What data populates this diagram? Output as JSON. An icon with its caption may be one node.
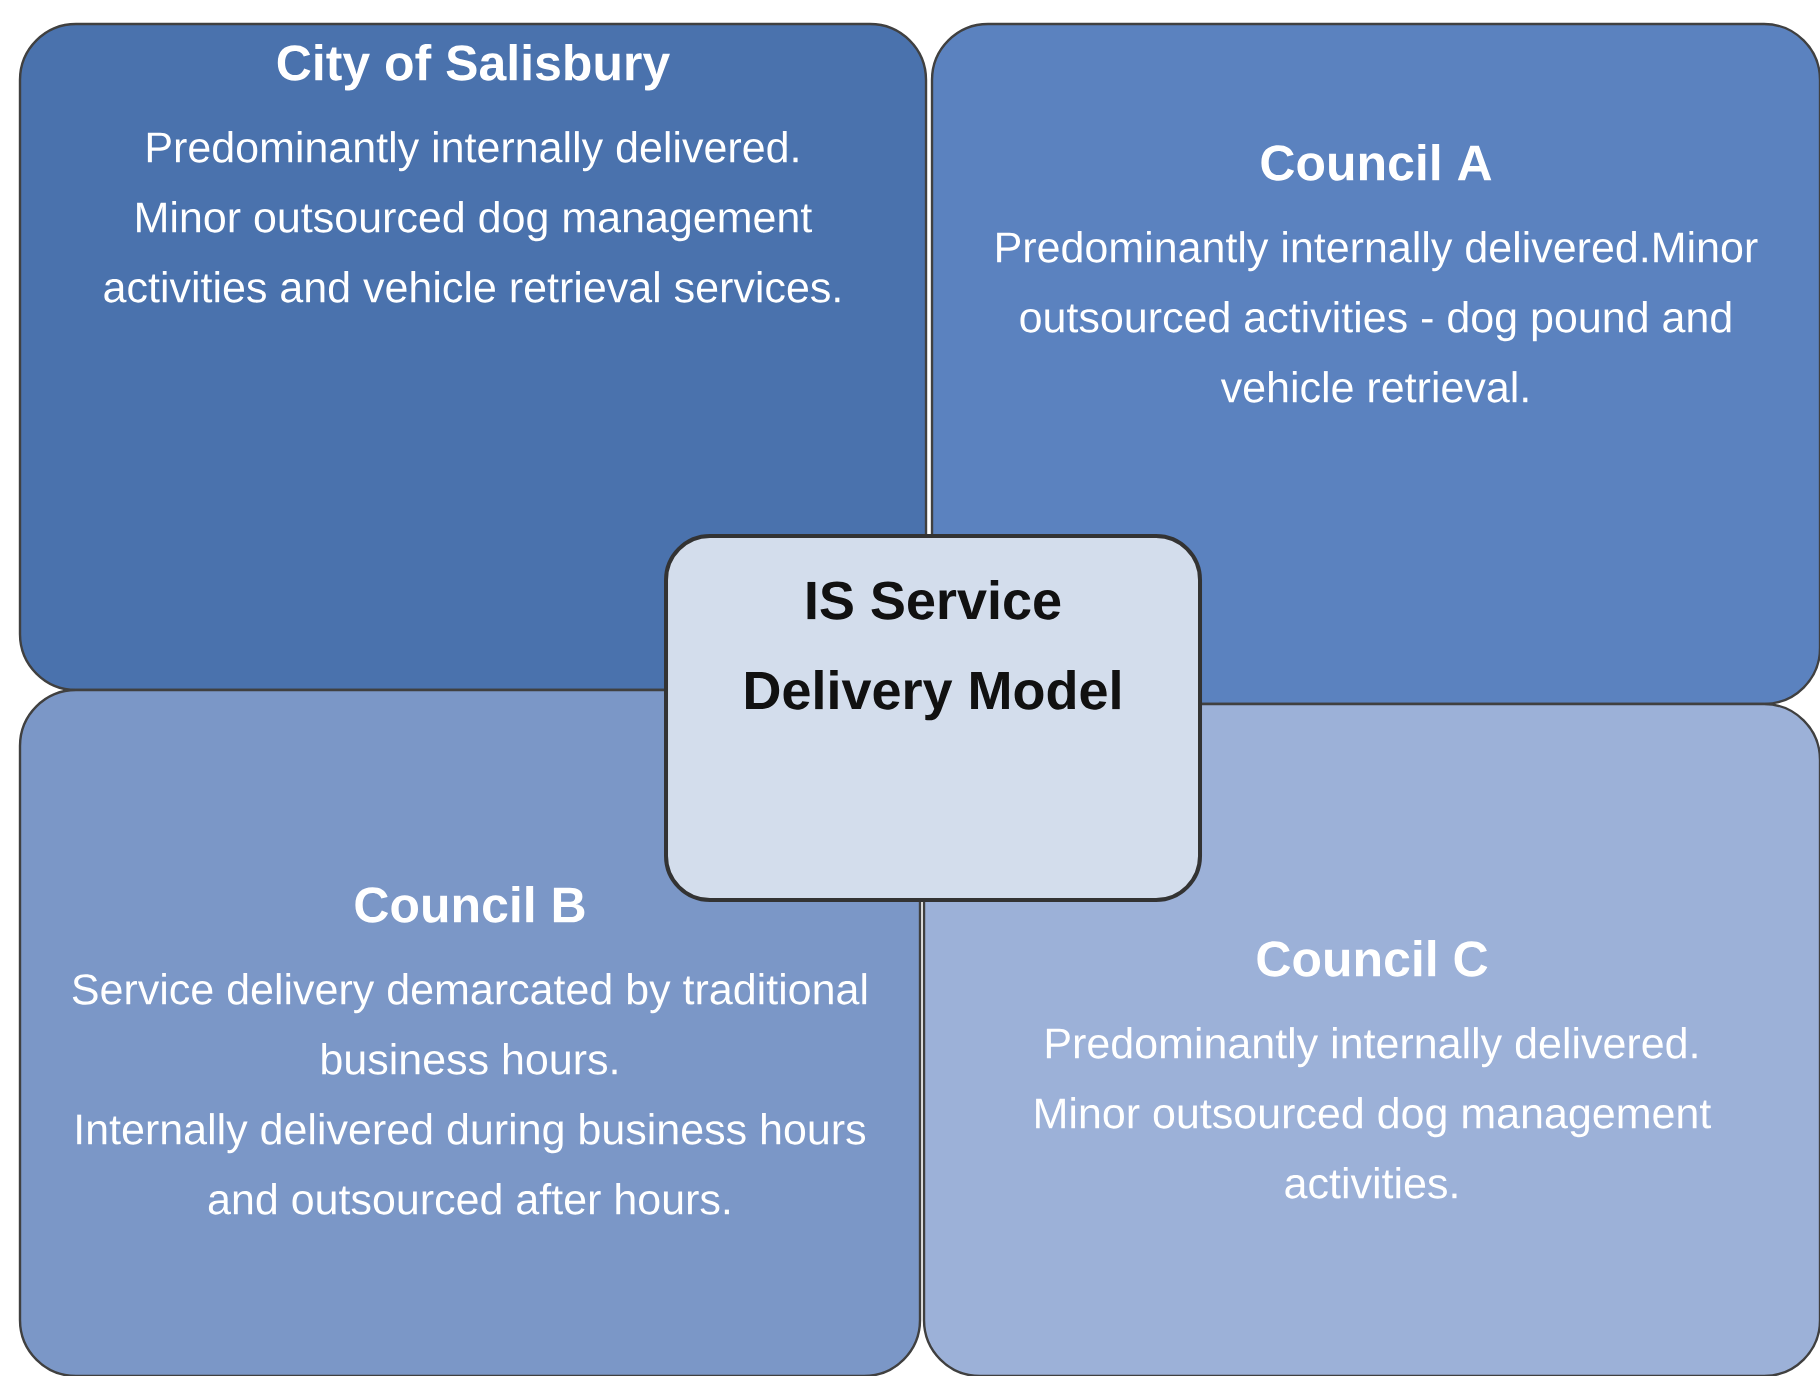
{
  "diagram": {
    "nodes": [
      {
        "text": [
          "City of Salisbury",
          "Predominantly internally delivered.",
          "Minor outsourced dog management activities and vehicle retrieval services."
        ]
      },
      {
        "text": [
          "Council A",
          "Predominantly internally delivered.Minor outsourced activities - dog pound and vehicle retrieval."
        ]
      },
      {
        "text": [
          "Council B",
          "Service delivery demarcated by traditional business hours.",
          "Internally delivered during business hours and outsourced after hours."
        ]
      },
      {
        "text": [
          "Council C",
          "Predominantly internally delivered.",
          "Minor outsourced dog management activities."
        ]
      },
      {
        "text": [
          "IS Service Delivery Model"
        ]
      }
    ]
  }
}
